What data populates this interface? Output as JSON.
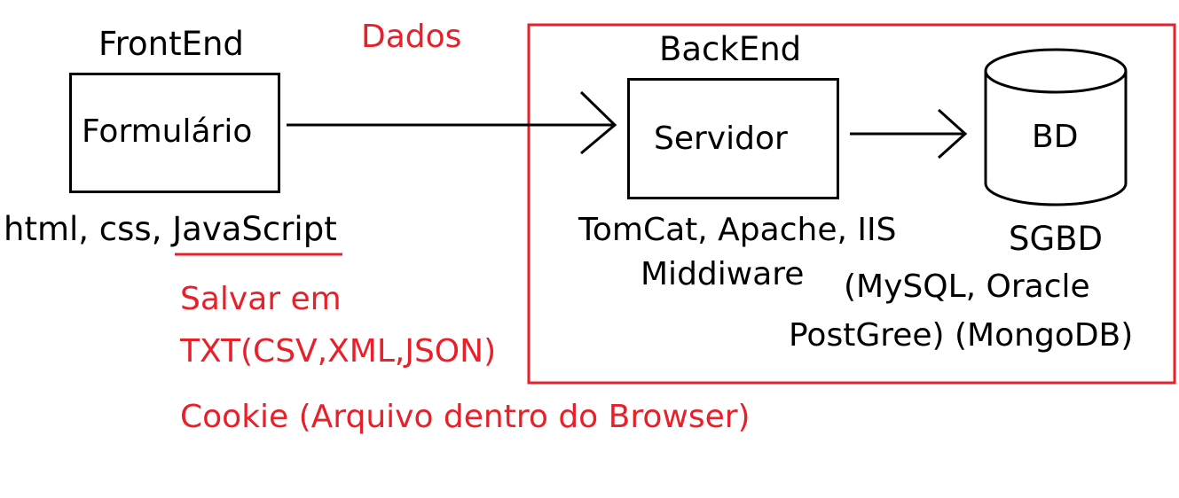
{
  "frontend": {
    "title": "FrontEnd",
    "box_label": "Formulário",
    "tech": "html, css, ",
    "tech_highlight": "JavaScript"
  },
  "data_flow_label": "Dados",
  "backend": {
    "title": "BackEnd",
    "server_label": "Servidor",
    "server_tech": "TomCat, Apache, IIS",
    "server_middleware": "Middiware"
  },
  "database": {
    "label": "BD",
    "sgbd": "SGBD",
    "engines_line1": "(MySQL, Oracle",
    "engines_line2": "PostGree) (MongoDB)"
  },
  "notes": {
    "line1": "Salvar em",
    "line2": "TXT(CSV,XML,JSON)",
    "line3": "Cookie (Arquivo dentro do Browser)"
  },
  "colors": {
    "annotation": "#e8202a",
    "text": "#000000",
    "background": "#ffffff"
  }
}
